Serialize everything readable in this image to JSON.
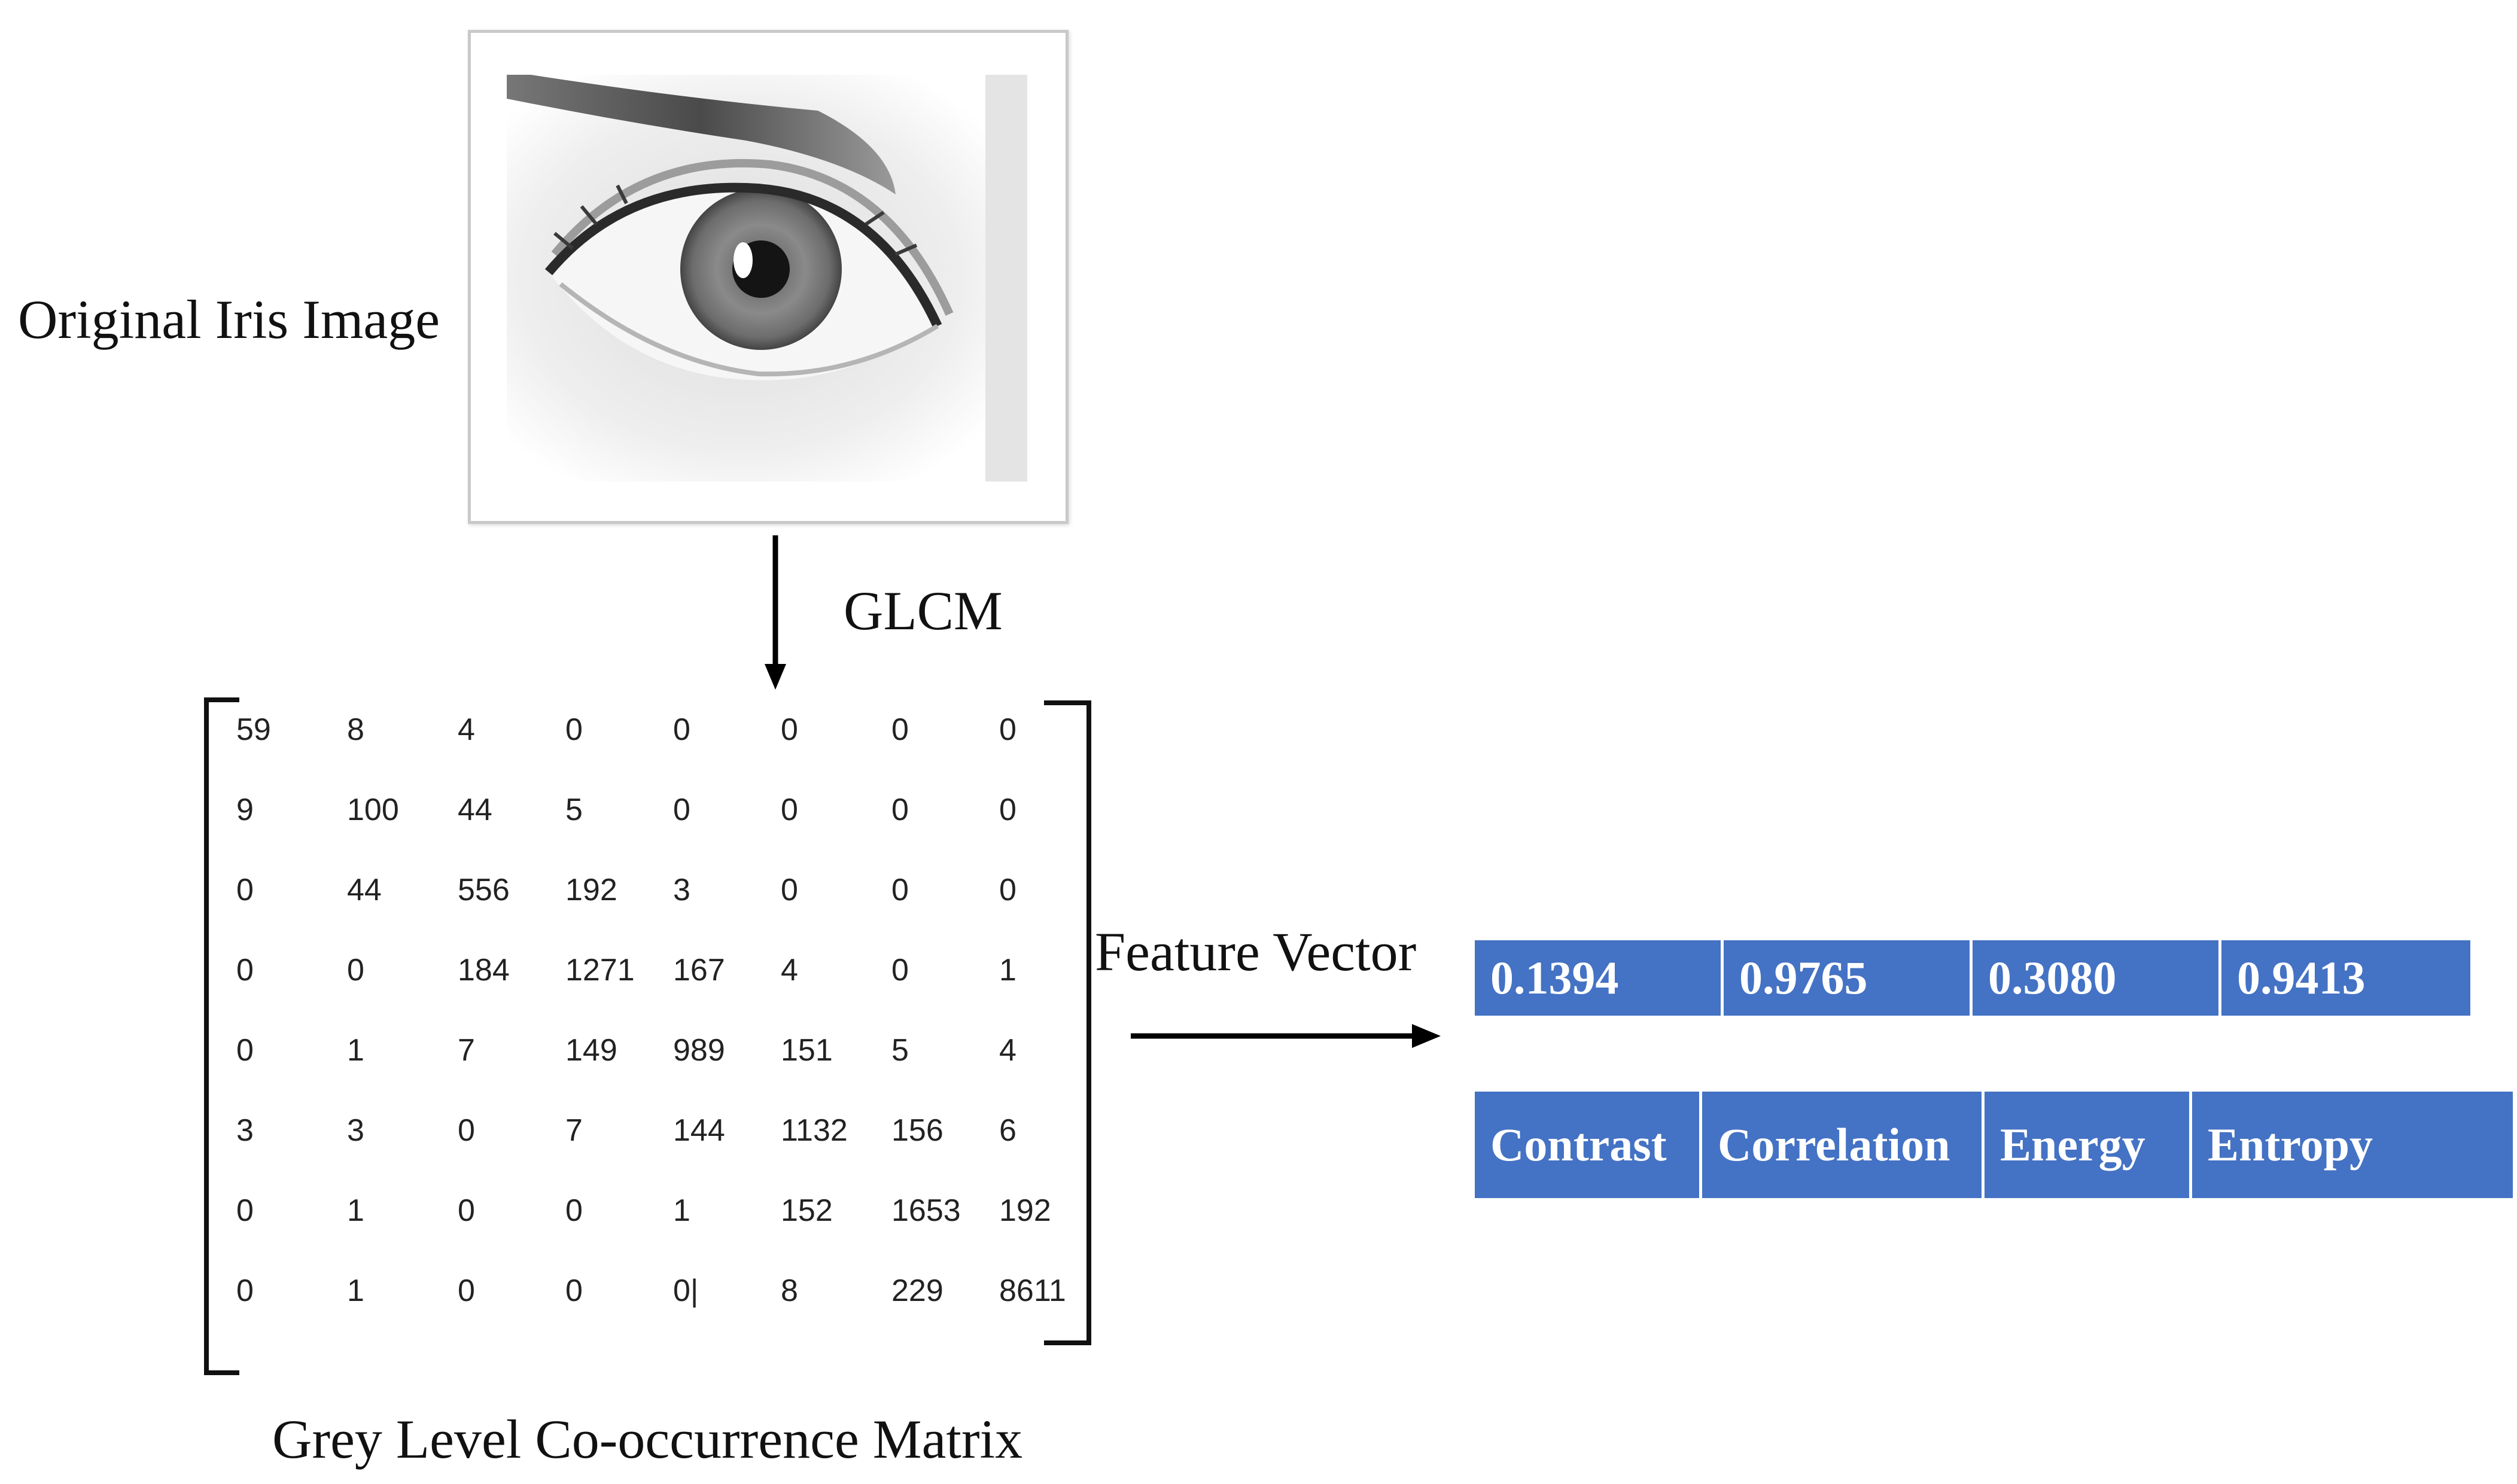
{
  "labels": {
    "original": "Original Iris Image",
    "glcm": "GLCM",
    "matrix_caption": "Grey Level Co-occurrence Matrix",
    "feature_vector": "Feature Vector"
  },
  "matrix": [
    [
      "59",
      "8",
      "4",
      "0",
      "0",
      "0",
      "0",
      "0"
    ],
    [
      "9",
      "100",
      "44",
      "5",
      "0",
      "0",
      "0",
      "0"
    ],
    [
      "0",
      "44",
      "556",
      "192",
      "3",
      "0",
      "0",
      "0"
    ],
    [
      "0",
      "0",
      "184",
      "1271",
      "167",
      "4",
      "0",
      "1"
    ],
    [
      "0",
      "1",
      "7",
      "149",
      "989",
      "151",
      "5",
      "4"
    ],
    [
      "3",
      "3",
      "0",
      "7",
      "144",
      "1132",
      "156",
      "6"
    ],
    [
      "0",
      "1",
      "0",
      "0",
      "1",
      "152",
      "1653",
      "192"
    ],
    [
      "0",
      "1",
      "0",
      "0",
      "0|",
      "8",
      "229",
      "8611"
    ]
  ],
  "feature_values": [
    "0.1394",
    "0.9765",
    "0.3080",
    "0.9413"
  ],
  "feature_names": [
    "Contrast",
    "Correlation",
    "Energy",
    "Entropy"
  ],
  "colors": {
    "accent": "#4472c4"
  },
  "icons": {
    "image": "eye-photo",
    "arrow1": "arrow-down",
    "arrow2": "arrow-right"
  }
}
